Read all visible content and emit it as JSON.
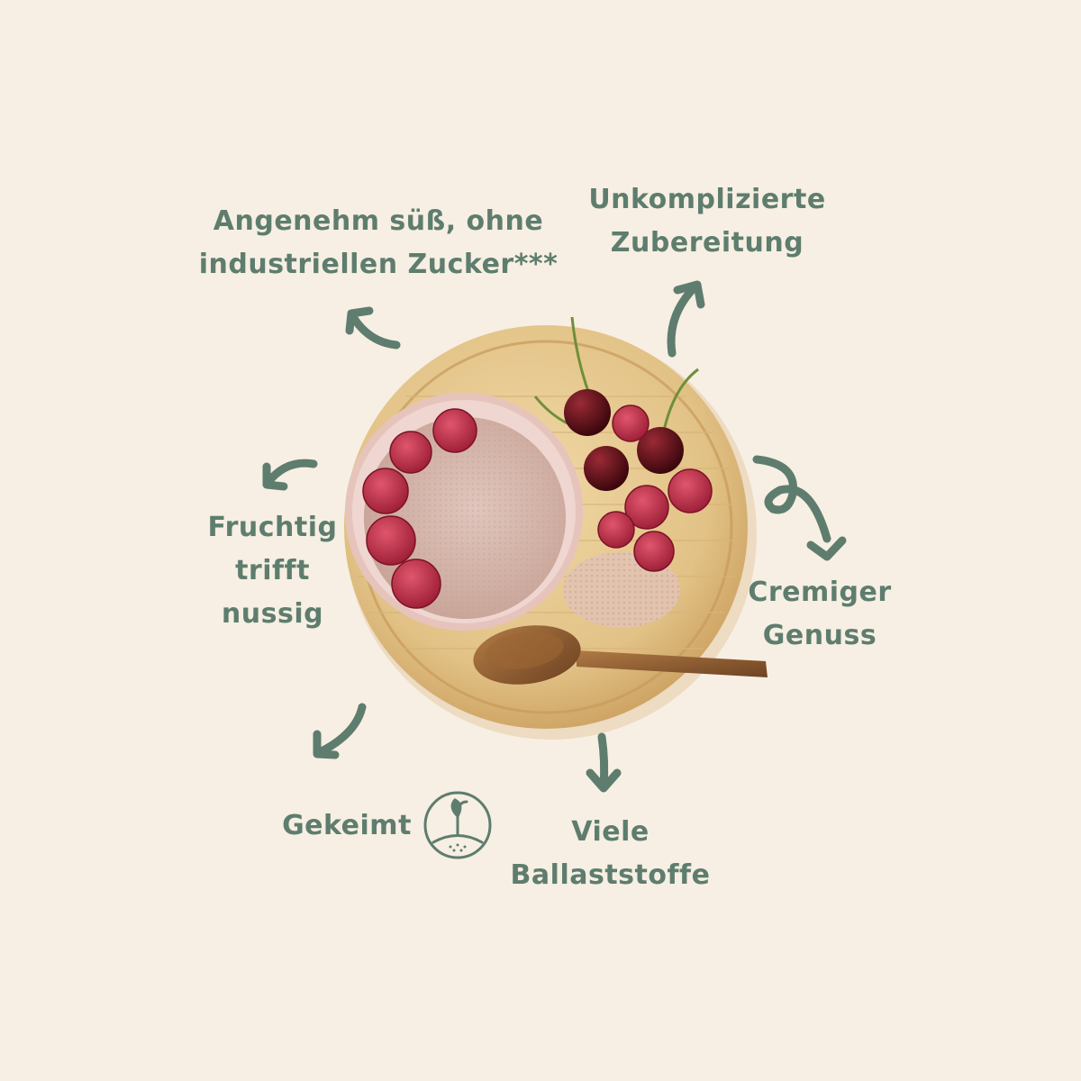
{
  "benefits": {
    "sweet": {
      "line1": "Angenehm süß, ohne",
      "line2": "industriellen Zucker***"
    },
    "easy": {
      "line1": "Unkomplizierte",
      "line2": "Zubereitung"
    },
    "fruity": {
      "line1": "Fruchtig",
      "line2": "trifft",
      "line3": "nussig"
    },
    "creamy": {
      "line1": "Cremiger",
      "line2": "Genuss"
    },
    "sprouted": {
      "label": "Gekeimt",
      "icon": "sprout-icon"
    },
    "fiber": {
      "line1": "Viele",
      "line2": "Ballaststoffe"
    }
  },
  "colors": {
    "background": "#f7efe3",
    "accent": "#5e7d6e",
    "board": "#e3c38b",
    "bowl": "#eed3cc",
    "porridge": "#d6b8ae",
    "raspberry": "#c12f4a",
    "cherry": "#5b0f16"
  }
}
